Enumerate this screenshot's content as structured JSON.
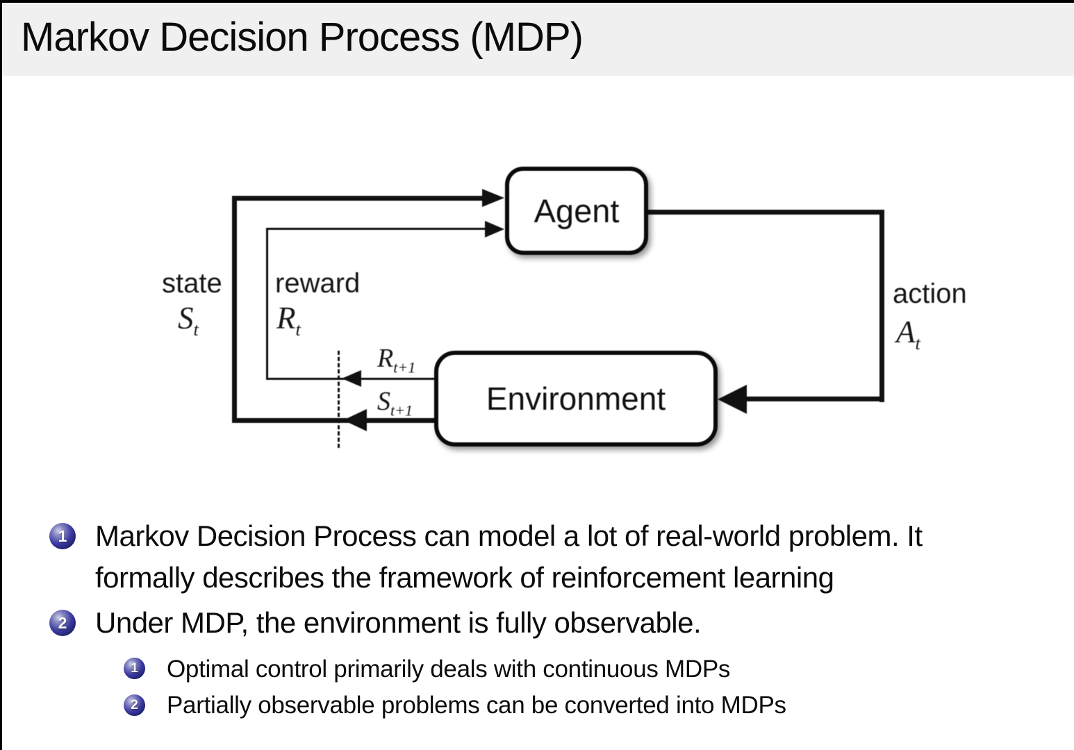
{
  "slide": {
    "title": "Markov Decision Process (MDP)",
    "header_bg": "#f0f0f0",
    "frame_border_color": "#000000",
    "text_color": "#0c0c0c"
  },
  "diagram": {
    "line_color": "#111111",
    "agent": {
      "label": "Agent"
    },
    "environment": {
      "label": "Environment"
    },
    "state": {
      "label": "state",
      "base": "S",
      "sub": "t"
    },
    "reward": {
      "label": "reward",
      "base": "R",
      "sub": "t"
    },
    "action": {
      "label": "action",
      "base": "A",
      "sub": "t"
    },
    "next_reward": {
      "base": "R",
      "sub": "t+1"
    },
    "next_state": {
      "base": "S",
      "sub": "t+1"
    }
  },
  "bullets": [
    {
      "number": "1",
      "text": "Markov Decision Process can model a lot of real-world problem. It\nformally describes the framework of reinforcement learning"
    },
    {
      "number": "2",
      "text": "Under MDP, the environment is fully observable.",
      "children": [
        {
          "number": "1",
          "text": "Optimal control primarily deals with continuous MDPs"
        },
        {
          "number": "2",
          "text": "Partially observable problems can be converted into MDPs"
        }
      ]
    }
  ],
  "ball_color": "#2a2a85"
}
